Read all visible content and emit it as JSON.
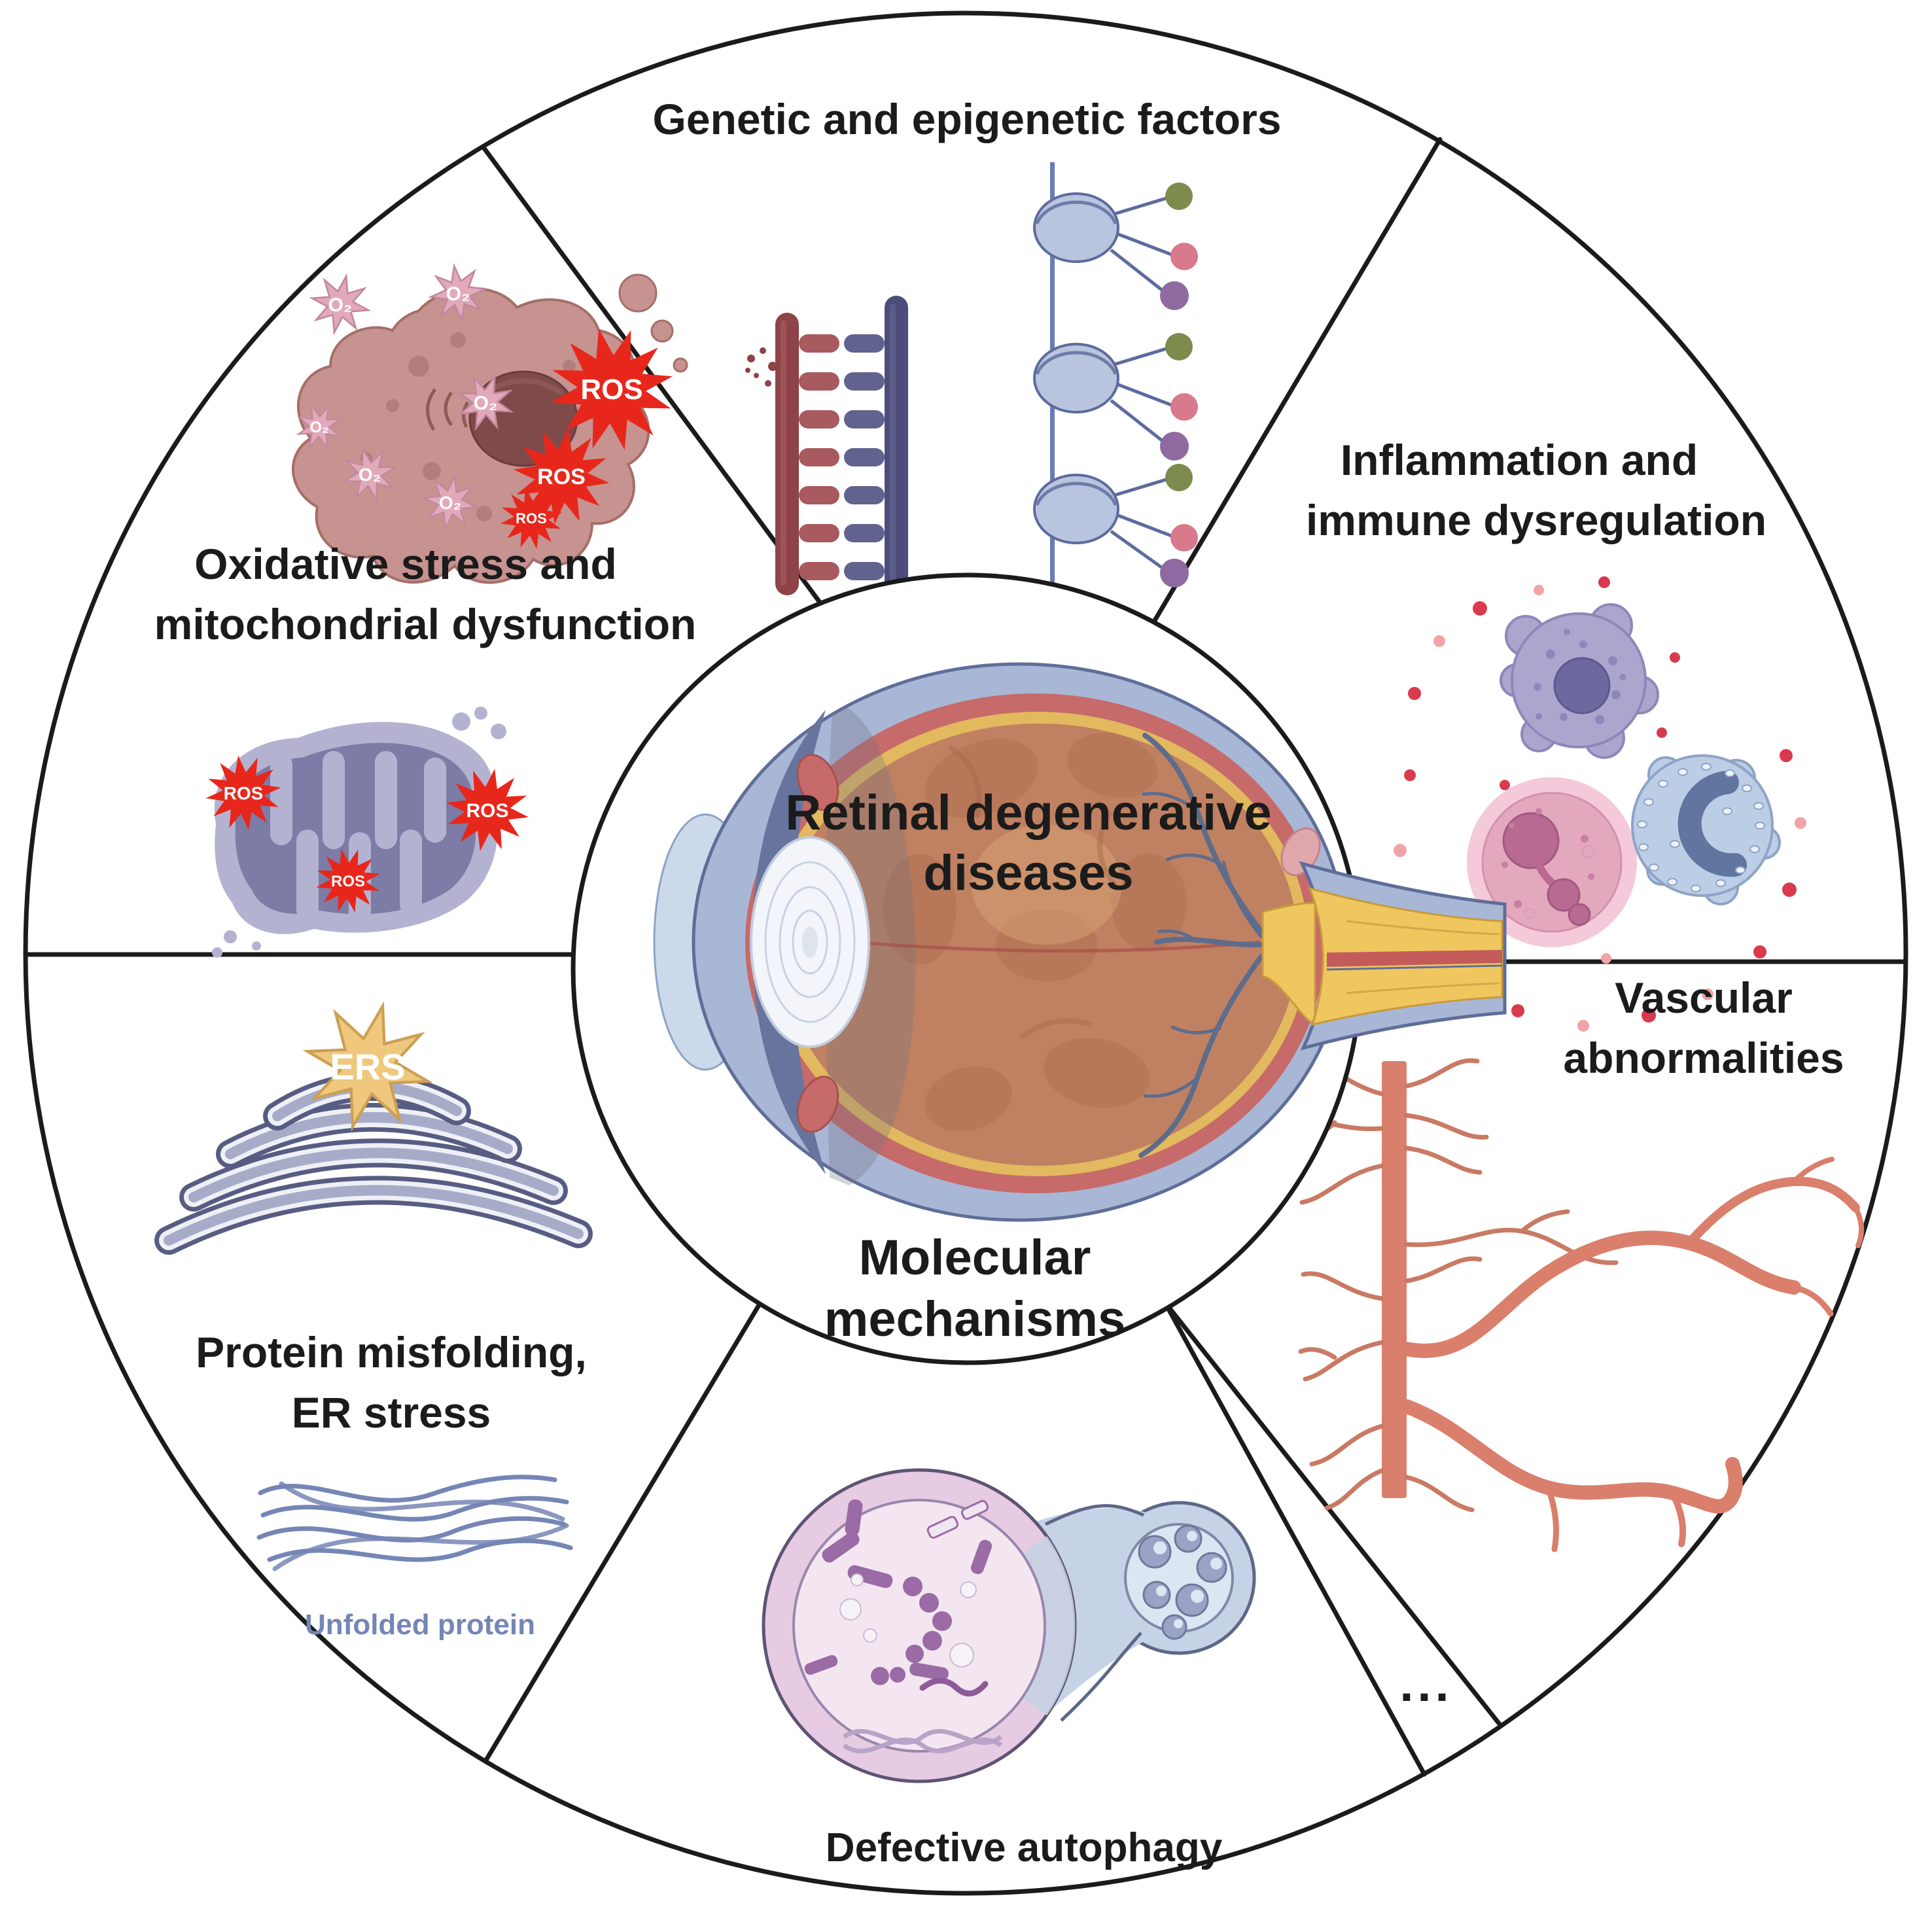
{
  "figure": {
    "center_label": {
      "line1": "Retinal degenerative",
      "line2": "diseases",
      "sub_line1": "Molecular",
      "sub_line2": "mechanisms"
    },
    "sectors": {
      "genetic": {
        "title": "Genetic and epigenetic factors"
      },
      "inflammation": {
        "title_line1": "Inflammation and",
        "title_line2": "immune dysregulation"
      },
      "vascular": {
        "title_line1": "Vascular",
        "title_line2": "abnormalities"
      },
      "more": {
        "title": "..."
      },
      "autophagy": {
        "title": "Defective autophagy"
      },
      "protein": {
        "title_line1": "Protein misfolding,",
        "title_line2": "ER stress",
        "caption": "Unfolded protein"
      },
      "oxidative": {
        "title_line1": "Oxidative stress and",
        "title_line2": "mitochondrial dysfunction"
      }
    },
    "badges": {
      "ros": "ROS",
      "o2": "O₂",
      "ers": "ERS"
    },
    "colors": {
      "ink": "#1b1b1b",
      "ros_red": "#e8271c",
      "o2_fill": "#e2a9ba",
      "o2_stroke": "#c2879f",
      "ers_fill": "#efc87e",
      "ers_stroke": "#cb9f54",
      "dna_red": "#8e4347",
      "dna_red_light": "#a85a5e",
      "dna_blue": "#4d4d7c",
      "dna_blue_light": "#62628f",
      "chain_blue": "#6b7bb5",
      "bead_fill": "#b9c5df",
      "bead_stroke": "#5d6b9e",
      "mark_green": "#7d8c4e",
      "mark_pink": "#d9798c",
      "mark_purple": "#8f6aa0",
      "cell_fill": "#c69390",
      "cell_stroke": "#a66e68",
      "cell_spot": "#ad7b78",
      "nucleus_fill": "#7e4a4a",
      "mito_light": "#b3b3d1",
      "mito_dark": "#7c7ca6",
      "er_dark": "#575d82",
      "er_mid": "#a6acc8",
      "unfolded": "#7585b5",
      "auto_pink": "#e7cbe2",
      "auto_pink_in": "#f3e6f1",
      "auto_stroke": "#5e5475",
      "auto_blue": "#c6d2e6",
      "auto_blue_in": "#dce6f3",
      "auto_blue_stroke": "#5e6787",
      "cargo": "#9a6ba5",
      "cargo_dark": "#8e5a99",
      "helix": "#b9a3c9",
      "mac_fill": "#aca6ce",
      "mac_stroke": "#8d87bb",
      "mac_nuc": "#6e68a0",
      "eos_halo": "#f4c9da",
      "eos_fill": "#e3a8be",
      "eos_stroke": "#d391ac",
      "eos_nuc": "#b96a92",
      "neu_fill": "#bccde6",
      "neu_stroke": "#8fa3c6",
      "neu_nuc": "#60759f",
      "dot_red": "#d93a4e",
      "dot_pink": "#f0a4a8",
      "vessel": "#d97f6c",
      "vessel_thin": "#c97a64",
      "sclera": "#a9b7d6",
      "sclera_edge": "#5f6d99",
      "cornea": "#cbd9eb",
      "choroid": "#c66a6a",
      "ret_yellow": "#e2b95e",
      "fundus": "#c08162",
      "fundus_dark": "#9f6749",
      "fundus_glow": "#d9a678",
      "iris": "#67749e",
      "lens": "#f3f5fa",
      "lens_ring": "#c8d2e2",
      "eye_vessel": "#5e6c8c",
      "nerve_yellow": "#efc75e",
      "nerve_edge": "#c89a3e",
      "nerve_red": "#c45b5b",
      "shadow": "#6f6f80"
    }
  }
}
